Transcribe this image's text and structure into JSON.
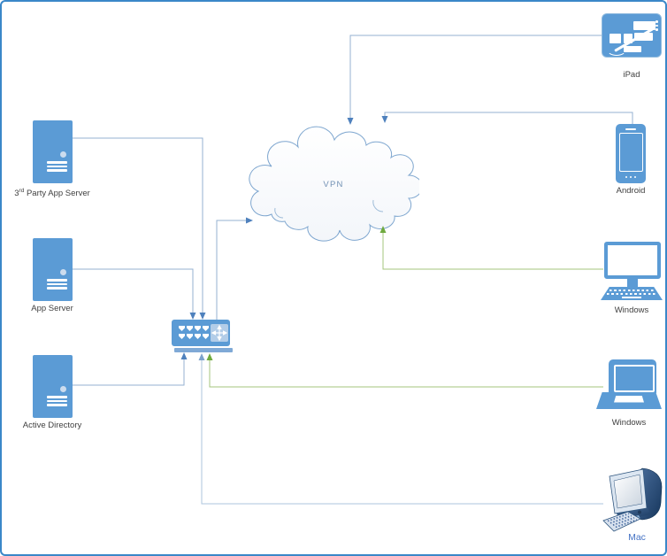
{
  "diagram_type": "network-vpn-topology",
  "nodes": {
    "third_party_app_server": {
      "label_num": "3",
      "label_sup": "rd",
      "label_rest": " Party App Server",
      "icon": "server-icon"
    },
    "app_server": {
      "label": "App Server",
      "icon": "server-icon"
    },
    "active_directory": {
      "label": "Active Directory",
      "icon": "server-icon"
    },
    "switch": {
      "label": "",
      "icon": "switch-icon"
    },
    "vpn": {
      "label": "VPN",
      "icon": "cloud-icon"
    },
    "ipad": {
      "label": "iPad",
      "icon": "tablet-icon"
    },
    "android": {
      "label": "Android",
      "icon": "smartphone-icon"
    },
    "windows_desktop": {
      "label": "Windows",
      "icon": "desktop-computer-icon"
    },
    "windows_laptop": {
      "label": "Windows",
      "icon": "laptop-icon"
    },
    "mac": {
      "label": "Mac",
      "icon": "mac-computer-icon"
    }
  },
  "connections": [
    {
      "from": "3rd Party App Server",
      "to": "Switch",
      "color": "blue",
      "arrow_at": "switch-top"
    },
    {
      "from": "App Server",
      "to": "Switch",
      "color": "blue",
      "arrow_at": "switch-top"
    },
    {
      "from": "Active Directory",
      "to": "Switch",
      "color": "blue",
      "arrow_at": "switch-bottom"
    },
    {
      "from": "Switch",
      "to": "VPN",
      "color": "blue",
      "arrow_at": "cloud-left"
    },
    {
      "from": "iPad",
      "to": "VPN",
      "color": "blue",
      "arrow_at": "cloud-top"
    },
    {
      "from": "Android",
      "to": "VPN",
      "color": "blue",
      "arrow_at": "cloud-top"
    },
    {
      "from": "Windows desktop",
      "to": "VPN",
      "color": "green",
      "arrow_at": "cloud-bottom"
    },
    {
      "from": "Windows laptop",
      "to": "Switch",
      "color": "green",
      "arrow_at": "switch-bottom"
    },
    {
      "from": "Mac",
      "to": "Switch",
      "color": "light-blue",
      "arrow_at": "switch-bottom"
    }
  ],
  "colors": {
    "node_fill": "#5b9bd5",
    "connector_blue": "#94b1d2",
    "arrow_blue": "#4f81bd",
    "connector_green": "#a5c47e",
    "arrow_green": "#6faa3f",
    "connector_light_blue": "#adc6de",
    "cloud_stroke": "#7ea6cf",
    "label_color": "#404040",
    "mac_label_color": "#4472c4",
    "vpn_label_color": "#7291b4",
    "page_border": "#3a87c8"
  }
}
